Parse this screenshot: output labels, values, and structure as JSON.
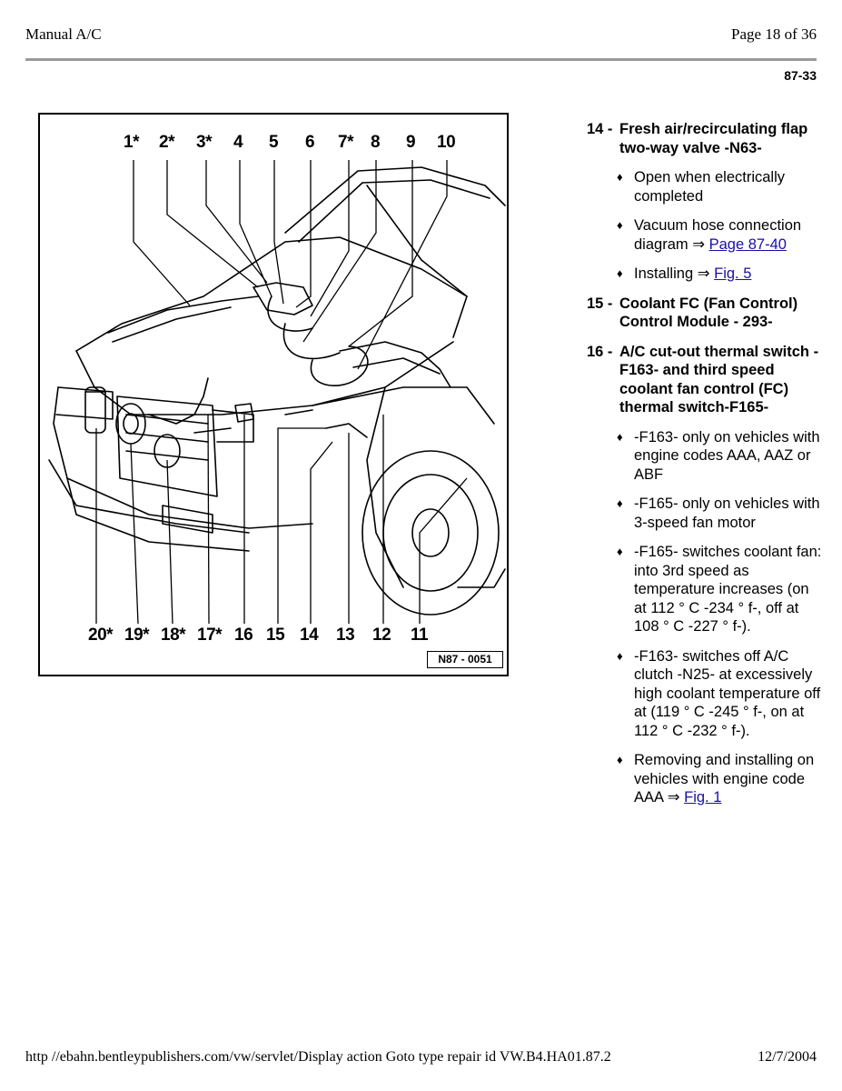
{
  "header": {
    "left": "Manual A/C",
    "right": "Page 18 of 36",
    "code": "87-33"
  },
  "figure": {
    "top_labels": [
      "1*",
      "2*",
      "3*",
      "4",
      "5",
      "6",
      "7*",
      "8",
      "9",
      "10"
    ],
    "bottom_labels": [
      "20*",
      "19*",
      "18*",
      "17*",
      "16",
      "15",
      "14",
      "13",
      "12",
      "11"
    ],
    "code": "N87 - 0051"
  },
  "items": [
    {
      "number": "14 -",
      "title": "Fresh air/recirculating flap two-way valve -N63-",
      "bullets": [
        {
          "text": "Open when electrically completed"
        },
        {
          "text": "Vacuum hose connection diagram ⇒ ",
          "link": "Page 87-40"
        },
        {
          "text": "Installing ⇒ ",
          "link": "Fig. 5"
        }
      ]
    },
    {
      "number": "15 -",
      "title": "Coolant FC (Fan Control) Control Module -  293-",
      "bullets": []
    },
    {
      "number": "16 -",
      "title": "A/C cut-out thermal switch -F163- and third speed coolant fan control (FC) thermal switch-F165-",
      "bullets": [
        {
          "text": "-F163- only on vehicles with engine codes AAA, AAZ or ABF"
        },
        {
          "text": "-F165- only on vehicles with 3-speed fan motor"
        },
        {
          "text": "-F165- switches coolant fan: into 3rd speed as temperature increases (on at 112 ° C -234 ° f-, off at 108 ° C -227 ° f-)."
        },
        {
          "text": "-F163- switches off A/C clutch -N25- at excessively high coolant temperature off at (119 ° C -245 ° f-, on at 112 ° C -232 ° f-)."
        },
        {
          "text": "Removing and installing on vehicles with engine code AAA ⇒ ",
          "link": "Fig. 1"
        }
      ]
    }
  ],
  "footer": {
    "left": "http //ebahn.bentleypublishers.com/vw/servlet/Display action Goto  type repair  id VW.B4.HA01.87.2",
    "right": "12/7/2004"
  }
}
